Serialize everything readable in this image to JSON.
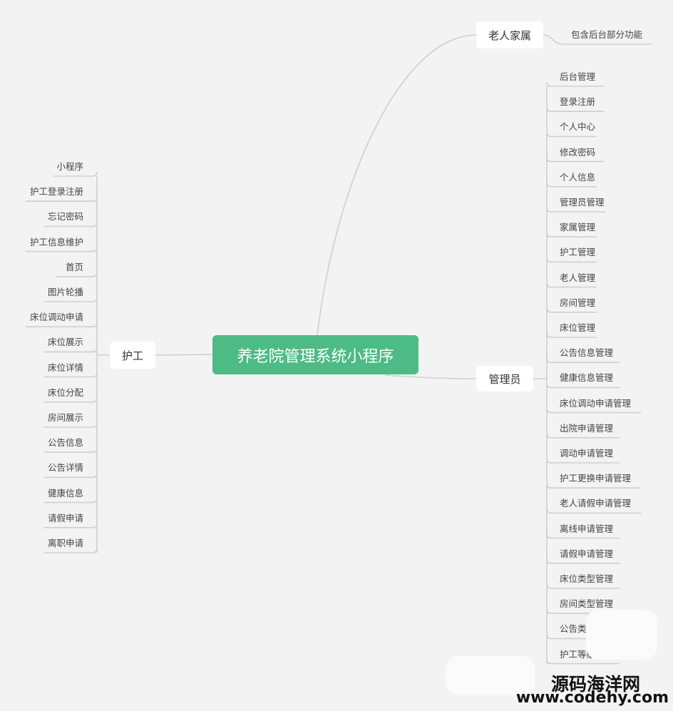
{
  "root": {
    "label": "养老院管理系统小程序"
  },
  "branches": {
    "family": {
      "label": "老人家属",
      "leaves": [
        "包含后台部分功能"
      ]
    },
    "admin": {
      "label": "管理员",
      "leaves": [
        "后台管理",
        "登录注册",
        "个人中心",
        "修改密码",
        "个人信息",
        "管理员管理",
        "家属管理",
        "护工管理",
        "老人管理",
        "房间管理",
        "床位管理",
        "公告信息管理",
        "健康信息管理",
        "床位调动申请管理",
        "出院申请管理",
        "调动申请管理",
        "护工更换申请管理",
        "老人请假申请管理",
        "离线申请管理",
        "请假申请管理",
        "床位类型管理",
        "房间类型管理",
        "公告类",
        "护工等级管理"
      ]
    },
    "nurse": {
      "label": "护工",
      "leaves": [
        "小程序",
        "护工登录注册",
        "忘记密码",
        "护工信息维护",
        "首页",
        "图片轮播",
        "床位调动申请",
        "床位展示",
        "床位详情",
        "床位分配",
        "房间展示",
        "公告信息",
        "公告详情",
        "健康信息",
        "请假申请",
        "离职申请"
      ]
    }
  },
  "watermark": {
    "line1": "源码海洋网",
    "line2": "www.codehy.com"
  },
  "colors": {
    "root_bg": "#4dbb85",
    "line": "#cfcfcf",
    "background": "#f3f3f3"
  }
}
